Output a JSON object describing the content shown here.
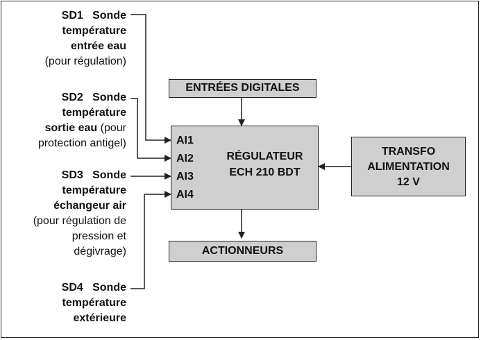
{
  "sensors": [
    {
      "id": "SD1",
      "name": "Sonde",
      "lines_bold": [
        "température",
        "entrée eau"
      ],
      "lines_normal": [
        "(pour régulation)"
      ]
    },
    {
      "id": "SD2",
      "name": "Sonde",
      "lines_bold": [
        "température"
      ],
      "mixed_bold": "sortie eau",
      "mixed_normal": " (pour",
      "lines_normal": [
        "protection antigel)"
      ]
    },
    {
      "id": "SD3",
      "name": "Sonde",
      "lines_bold": [
        "température",
        "échangeur air"
      ],
      "lines_normal": [
        "(pour régulation de",
        "pression et",
        "dégivrage)"
      ]
    },
    {
      "id": "SD4",
      "name": "Sonde",
      "lines_bold": [
        "température",
        "extérieure"
      ],
      "lines_normal": []
    }
  ],
  "boxes": {
    "inputs": "ENTRÉES DIGITALES",
    "regulator_line1": "RÉGULATEUR",
    "regulator_line2": "ECH 210 BDT",
    "power_line1": "TRANSFO",
    "power_line2": "ALIMENTATION",
    "power_line3": "12 V",
    "actuators": "ACTIONNEURS"
  },
  "analog_inputs": [
    "AI1",
    "AI2",
    "AI3",
    "AI4"
  ]
}
